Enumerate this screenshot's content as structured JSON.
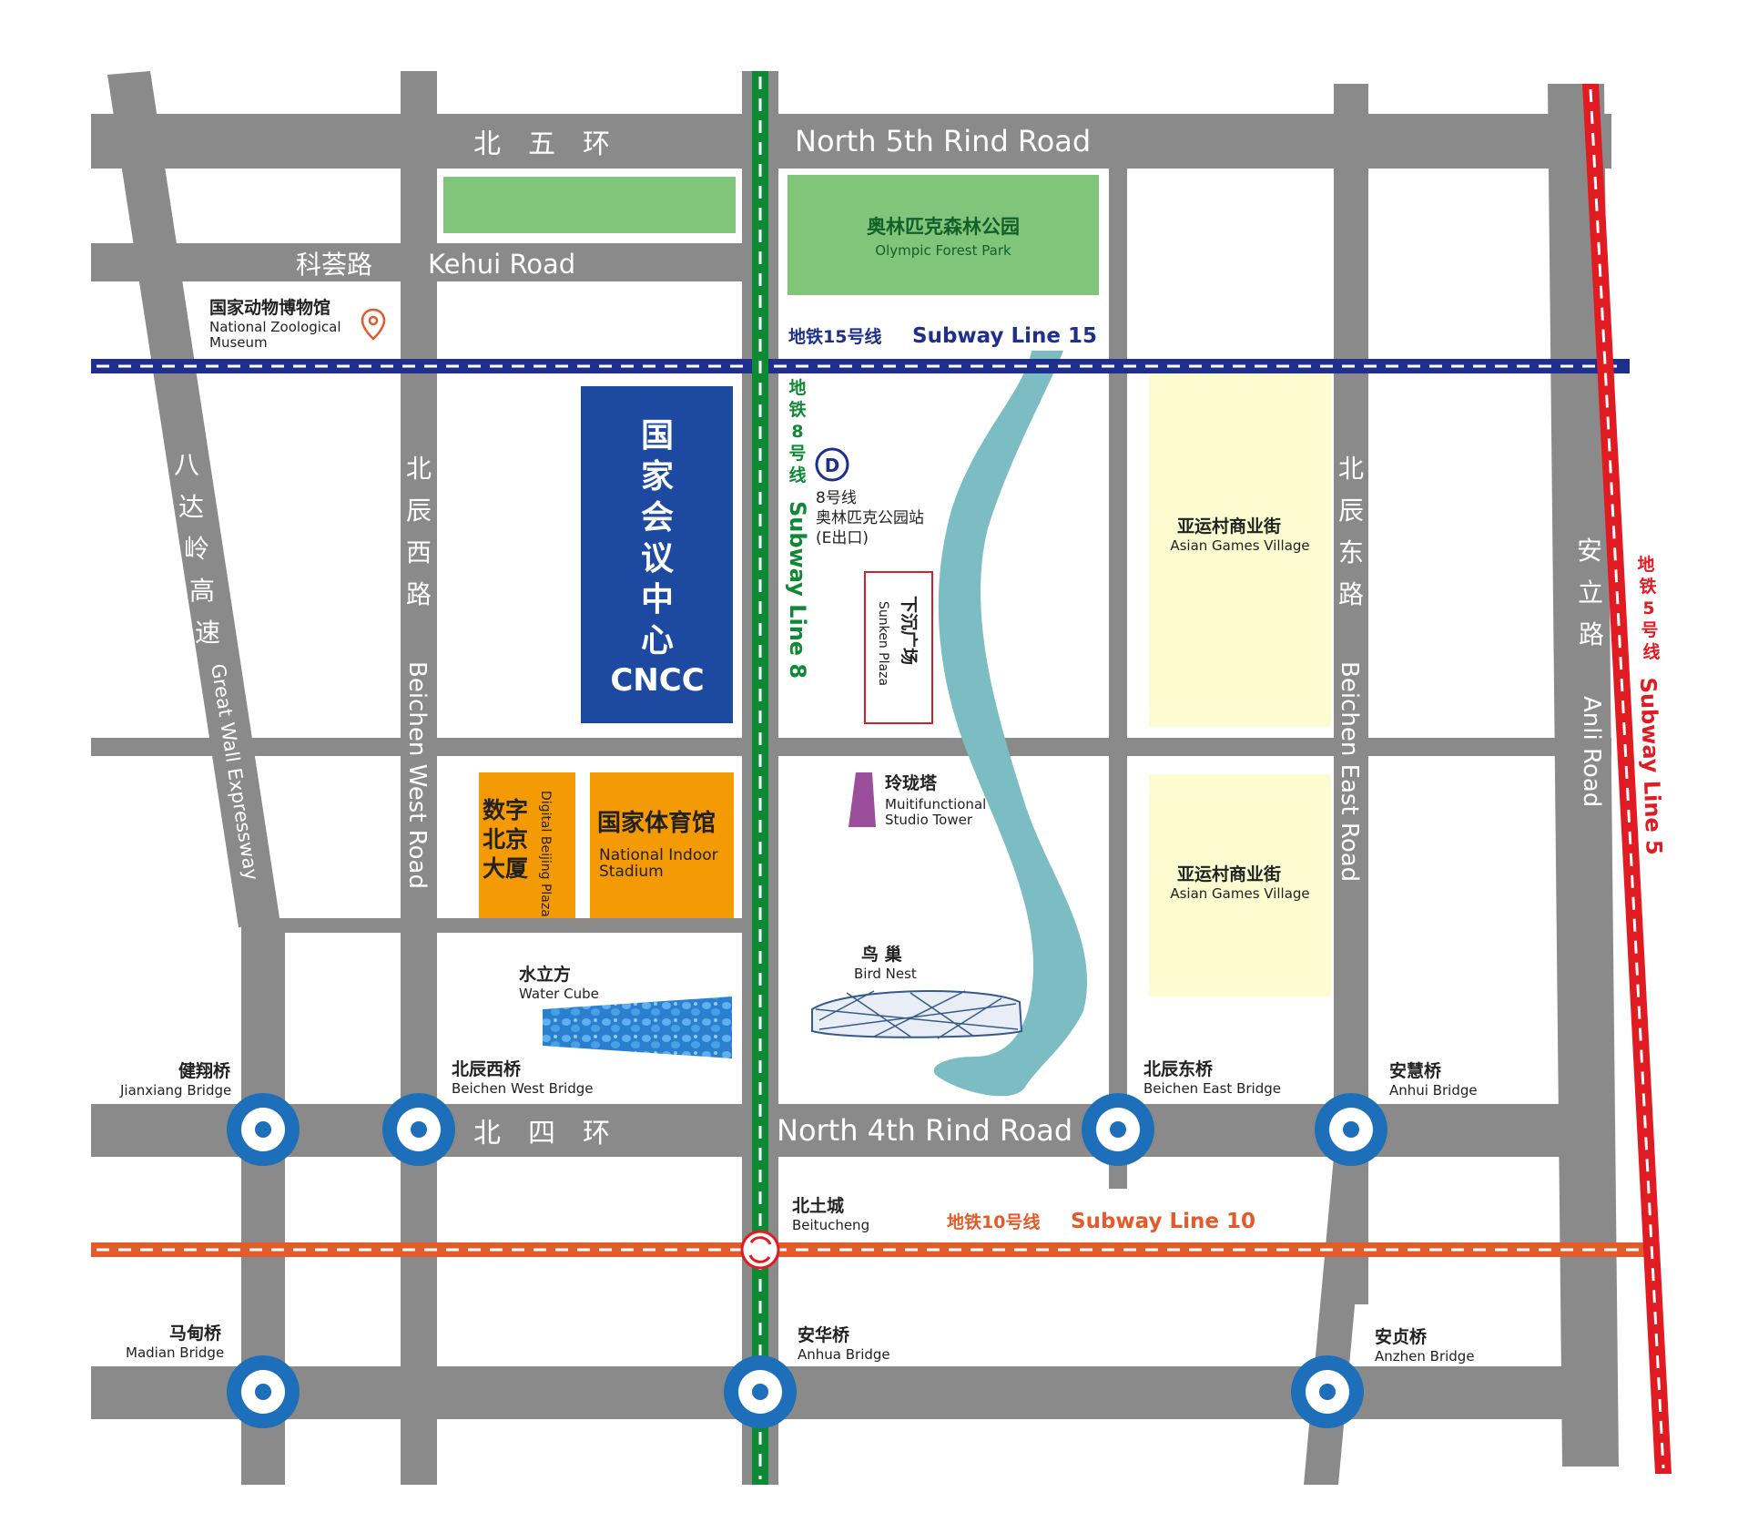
{
  "colors": {
    "road": "#8a8a8a",
    "park": "#80c57a",
    "cncc": "#1d4aa0",
    "orange": "#f39a05",
    "yellow": "#fdfcd1",
    "river": "#7bbdc2",
    "line15": "#1e2f8c",
    "line8": "#0f8a34",
    "line10": "#e35b2a",
    "line5": "#e01b22",
    "bridge": "#1c6fb8",
    "tower": "#9b4e9b"
  },
  "roads": {
    "north5_cn": "北　五　环",
    "north5_en": "North 5th Rind Road",
    "kehui_cn": "科荟路",
    "kehui_en": "Kehui Road",
    "north4_cn": "北　四　环",
    "north4_en": "North 4th Rind Road",
    "badaling_cn": "八达岭高速",
    "badaling_en": "Great Wall Expressway",
    "beichen_west_cn": "北辰西路",
    "beichen_west_en": "Beichen West Road",
    "beichen_east_cn": "北辰东路",
    "beichen_east_en": "Beichen East Road",
    "anli_cn": "安立路",
    "anli_en": "Anli Road"
  },
  "subway": {
    "line15_cn": "地铁15号线",
    "line15_en": "Subway Line 15",
    "line8_cn": "地铁8号线",
    "line8_en": "Subway Line 8",
    "line10_cn": "地铁10号线",
    "line10_en": "Subway Line 10",
    "line5_cn": "地铁5号线",
    "line5_en": "Subway Line 5",
    "station_line": "8号线",
    "station_name": "奥林匹克公园站",
    "station_exit": "(E出口)",
    "beitucheng_cn": "北土城",
    "beitucheng_en": "Beitucheng"
  },
  "places": {
    "forest_park_cn": "奥林匹克森林公园",
    "forest_park_en": "Olympic Forest Park",
    "zoo_museum_cn": "国家动物博物馆",
    "zoo_museum_en_1": "National Zoological",
    "zoo_museum_en_2": "Museum",
    "cncc_cn": "国家会议中心",
    "cncc_en": "CNCC",
    "digital_cn": "数字北京大厦",
    "digital_en": "Digital Beijing Plaza",
    "indoor_cn": "国家体育馆",
    "indoor_en_1": "National Indoor",
    "indoor_en_2": "Stadium",
    "sunken_cn": "下沉广场",
    "sunken_en": "Sunken Plaza",
    "tower_cn": "玲珑塔",
    "tower_en_1": "Muitifunctional",
    "tower_en_2": "Studio Tower",
    "village_cn": "亚运村商业街",
    "village_en": "Asian Games Village",
    "water_cube_cn": "水立方",
    "water_cube_en": "Water Cube",
    "bird_nest_cn": "鸟 巢",
    "bird_nest_en": "Bird Nest"
  },
  "bridges": {
    "jianxiang_cn": "健翔桥",
    "jianxiang_en": "Jianxiang Bridge",
    "beichen_west_cn": "北辰西桥",
    "beichen_west_en": "Beichen West Bridge",
    "beichen_east_cn": "北辰东桥",
    "beichen_east_en": "Beichen East Bridge",
    "anhui_cn": "安慧桥",
    "anhui_en": "Anhui Bridge",
    "madian_cn": "马甸桥",
    "madian_en": "Madian Bridge",
    "anhua_cn": "安华桥",
    "anhua_en": "Anhua Bridge",
    "anzhen_cn": "安贞桥",
    "anzhen_en": "Anzhen Bridge"
  }
}
